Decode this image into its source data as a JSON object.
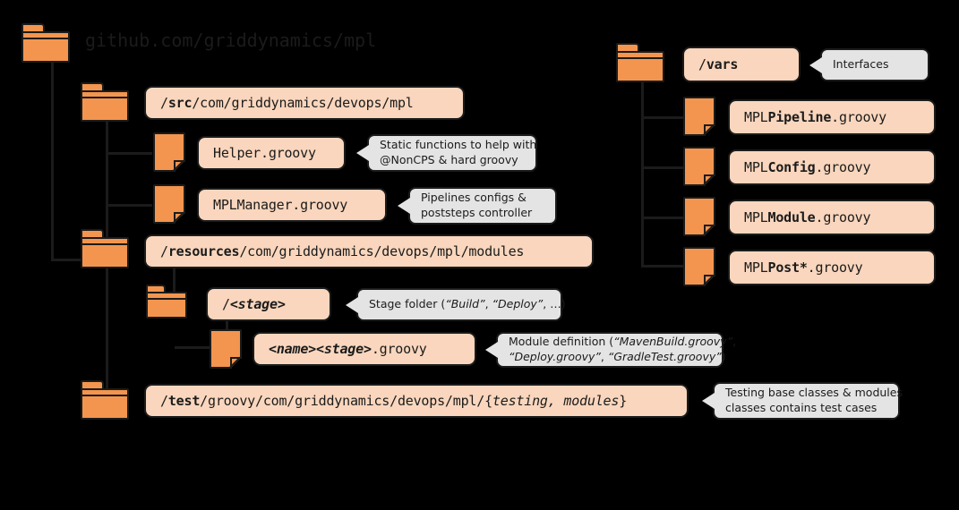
{
  "diagram": {
    "title": "github.com/griddynamics/mpl",
    "background_color": "#000000",
    "colors": {
      "folder_orange": "#F3954F",
      "label_peach": "#F9D6BD",
      "callout_gray": "#E4E4E4",
      "outline": "#1b1b1b"
    }
  },
  "left_tree": {
    "root_label": "github.com/griddynamics/mpl",
    "nodes": {
      "src": {
        "icon": "folder-icon",
        "path_prefix": "/",
        "path_bold": "src",
        "path_rest": "/com/griddynamics/devops/mpl",
        "full": "/src/com/griddynamics/devops/mpl"
      },
      "helper": {
        "icon": "file-icon",
        "label": "Helper.groovy",
        "callout_line1": "Static functions to help with",
        "callout_line2": "@NonCPS & hard groovy"
      },
      "mplmanager": {
        "icon": "file-icon",
        "label": "MPLManager.groovy",
        "callout_line1": "Pipelines configs &",
        "callout_line2": "poststeps controller"
      },
      "resources": {
        "icon": "folder-icon",
        "path_prefix": "/",
        "path_bold": "resources",
        "path_rest": "/com/griddynamics/devops/mpl/modules",
        "full": "/resources/com/griddynamics/devops/mpl/modules"
      },
      "stage": {
        "icon": "folder-icon",
        "path_prefix": "/",
        "path_italic": "<stage>",
        "full": "/<stage>",
        "callout_pre": "Stage folder (",
        "callout_q1": "“Build”",
        "callout_sep": ", ",
        "callout_q2": "“Deploy”",
        "callout_post": ", …)"
      },
      "module_file": {
        "icon": "file-icon",
        "label_italic": "<name><stage>",
        "label_rest": ".groovy",
        "full": "<name><stage>.groovy",
        "callout_line1_pre": "Module definition (",
        "callout_line1_q": "“MavenBuild.groovy”",
        "callout_line1_post": ",",
        "callout_line2_q1": "“Deploy.groovy”",
        "callout_line2_sep": ", ",
        "callout_line2_q2": "“GradleTest.groovy”",
        "callout_line2_post": ")"
      },
      "test": {
        "icon": "folder-icon",
        "path_prefix": "/",
        "path_bold": "test",
        "path_rest": "/groovy/com/griddynamics/devops/mpl/{",
        "path_italic": "testing, modules",
        "path_end": "}",
        "full": "/test/groovy/com/griddynamics/devops/mpl/{testing, modules}",
        "callout_line1": "Testing base classes & modules",
        "callout_line2": "classes contains test cases"
      }
    }
  },
  "right_tree": {
    "vars": {
      "icon": "folder-icon",
      "path_prefix": "/",
      "path_bold": "vars",
      "full": "/vars",
      "callout": "Interfaces"
    },
    "files": [
      {
        "icon": "file-icon",
        "prefix": "MPL",
        "bold": "Pipeline",
        "suffix": ".groovy",
        "full": "MPLPipeline.groovy"
      },
      {
        "icon": "file-icon",
        "prefix": "MPL",
        "bold": "Config",
        "suffix": ".groovy",
        "full": "MPLConfig.groovy"
      },
      {
        "icon": "file-icon",
        "prefix": "MPL",
        "bold": "Module",
        "suffix": ".groovy",
        "full": "MPLModule.groovy"
      },
      {
        "icon": "file-icon",
        "prefix": "MPL",
        "bold": "Post*",
        "suffix": ".groovy",
        "full": "MPLPost*.groovy"
      }
    ]
  }
}
